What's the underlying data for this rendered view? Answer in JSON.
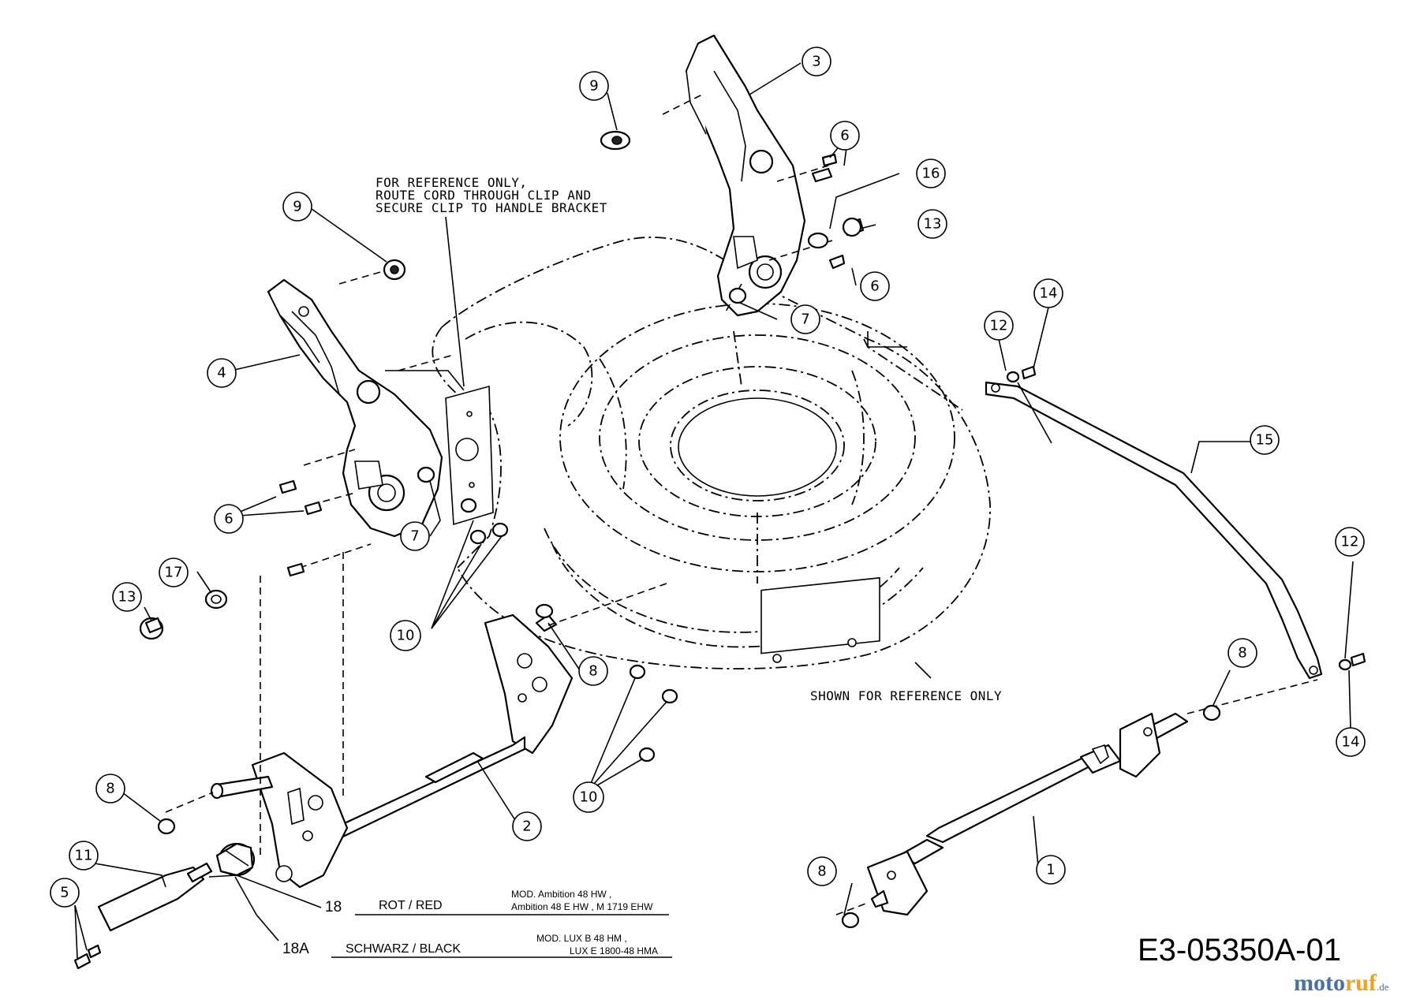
{
  "diagram": {
    "drawing_code": "E3-05350A-01",
    "notes": {
      "cord_clip": [
        "FOR REFERENCE ONLY,",
        "ROUTE CORD THROUGH CLIP AND",
        "SECURE CLIP TO HANDLE BRACKET"
      ],
      "deck": "SHOWN FOR REFERENCE ONLY"
    },
    "legend": [
      {
        "num": "18",
        "color": "ROT / RED",
        "models": [
          "MOD. Ambition 48 HW ,",
          "Ambition 48 E HW , M 1719 EHW"
        ]
      },
      {
        "num": "18A",
        "color": "SCHWARZ / BLACK",
        "models": [
          "MOD.  LUX B 48 HM ,",
          "LUX E 1800-48 HMA"
        ]
      }
    ],
    "watermark": {
      "a": "moto",
      "b": "ruf",
      "c": ".de"
    },
    "callouts": [
      "1",
      "2",
      "3",
      "4",
      "5",
      "6",
      "6",
      "6",
      "7",
      "7",
      "8",
      "8",
      "8",
      "8",
      "9",
      "9",
      "10",
      "10",
      "11",
      "12",
      "12",
      "13",
      "13",
      "14",
      "14",
      "15",
      "16",
      "17"
    ]
  }
}
